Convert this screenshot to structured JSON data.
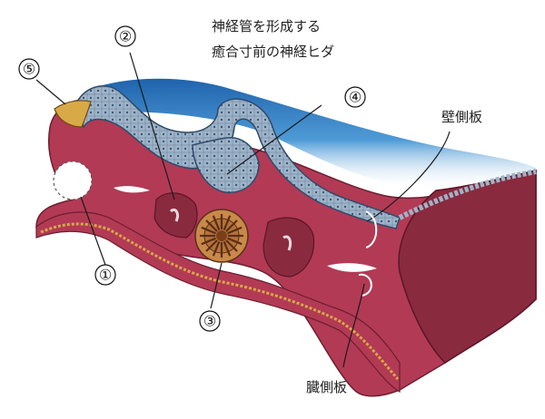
{
  "labels": {
    "neural_fold_line1": "神経管を形成する",
    "neural_fold_line2": "癒合寸前の神経ヒダ",
    "parietal": "壁側板",
    "visceral": "臓側板"
  },
  "markers": [
    "①",
    "②",
    "③",
    "④",
    "⑤"
  ],
  "colors": {
    "body": "#b23a55",
    "body_dark": "#8a2a3e",
    "ectoderm_blue": "#1a67b0",
    "neural_cell": "#9fb4c8",
    "yellow": "#d8aa47",
    "notochord": "#b5733b"
  }
}
